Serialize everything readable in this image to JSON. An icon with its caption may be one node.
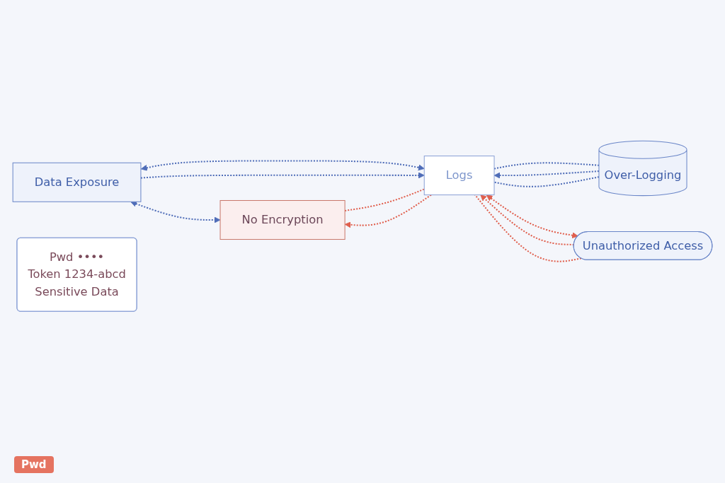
{
  "diagram": {
    "nodes": [
      {
        "text": [
          "Data Exposure"
        ]
      },
      {
        "text": [
          "No Encryption"
        ]
      },
      {
        "text": [
          "Logs"
        ]
      },
      {
        "text": [
          "Over-Logging"
        ]
      },
      {
        "text": [
          "Unauthorized Access"
        ]
      },
      {
        "text": [
          "Pwd ••••",
          "Token 1234-abcd",
          "Sensitive Data"
        ]
      }
    ],
    "edges": [
      {
        "from": 0,
        "to": 1,
        "arrow": "both",
        "style": "dashed"
      },
      {
        "from": 0,
        "to": 2,
        "arrow": "both",
        "style": "dashed"
      },
      {
        "from": 0,
        "to": 2,
        "arrow": "to",
        "style": "dashed"
      },
      {
        "from": 2,
        "to": 1,
        "arrow": "to",
        "style": "dashed",
        "color": "#e0604e"
      },
      {
        "from": 1,
        "to": 2,
        "arrow": "none",
        "style": "dashed",
        "color": "#e0604e"
      },
      {
        "from": 3,
        "to": 2,
        "arrow": "to",
        "style": "dashed"
      },
      {
        "from": 3,
        "to": 2,
        "arrow": "none",
        "style": "dashed"
      },
      {
        "from": 2,
        "to": 3,
        "arrow": "none",
        "style": "dashed"
      },
      {
        "from": 4,
        "to": 2,
        "arrow": "to",
        "style": "dashed",
        "color": "#e0604e"
      },
      {
        "from": 4,
        "to": 2,
        "arrow": "none",
        "style": "dashed",
        "color": "#e0604e"
      },
      {
        "from": 2,
        "to": 4,
        "arrow": "both",
        "style": "dashed",
        "color": "#e0604e"
      }
    ],
    "labels": [
      "Pwd"
    ]
  }
}
